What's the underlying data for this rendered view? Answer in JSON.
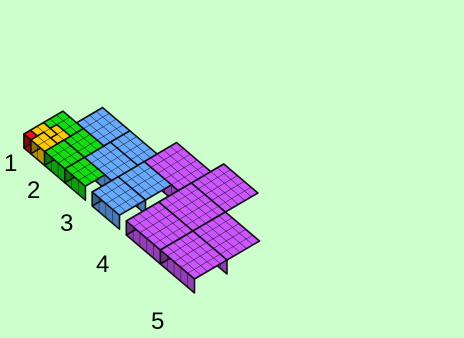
{
  "labels": [
    "1",
    "2",
    "3",
    "4",
    "5"
  ],
  "colors": {
    "background": "#ccffcc",
    "red": "#ee1111",
    "orange": "#ffcc00",
    "green": "#11dd11",
    "blue": "#66aaff",
    "purple": "#cc55ff"
  },
  "squares": [
    {
      "name": "square-1",
      "size": 1,
      "color": "red"
    },
    {
      "name": "square-2a",
      "size": 2,
      "color": "orange"
    },
    {
      "name": "square-2b",
      "size": 2,
      "color": "orange"
    },
    {
      "name": "square-2c",
      "size": 2,
      "color": "orange"
    },
    {
      "name": "square-3a",
      "size": 3,
      "color": "green"
    },
    {
      "name": "square-3b",
      "size": 3,
      "color": "green"
    },
    {
      "name": "square-3c",
      "size": 3,
      "color": "green"
    },
    {
      "name": "square-3d",
      "size": 3,
      "color": "green"
    },
    {
      "name": "square-4a",
      "size": 4,
      "color": "blue"
    },
    {
      "name": "square-4b",
      "size": 4,
      "color": "blue"
    },
    {
      "name": "square-4c",
      "size": 4,
      "color": "blue"
    },
    {
      "name": "square-4d",
      "size": 4,
      "color": "blue"
    },
    {
      "name": "square-4e",
      "size": 4,
      "color": "blue"
    },
    {
      "name": "square-5a",
      "size": 5,
      "color": "purple"
    },
    {
      "name": "square-5b",
      "size": 5,
      "color": "purple"
    },
    {
      "name": "square-5c",
      "size": 5,
      "color": "purple"
    },
    {
      "name": "square-5d",
      "size": 5,
      "color": "purple"
    },
    {
      "name": "square-5e",
      "size": 5,
      "color": "purple"
    },
    {
      "name": "square-5f",
      "size": 5,
      "color": "purple"
    }
  ]
}
